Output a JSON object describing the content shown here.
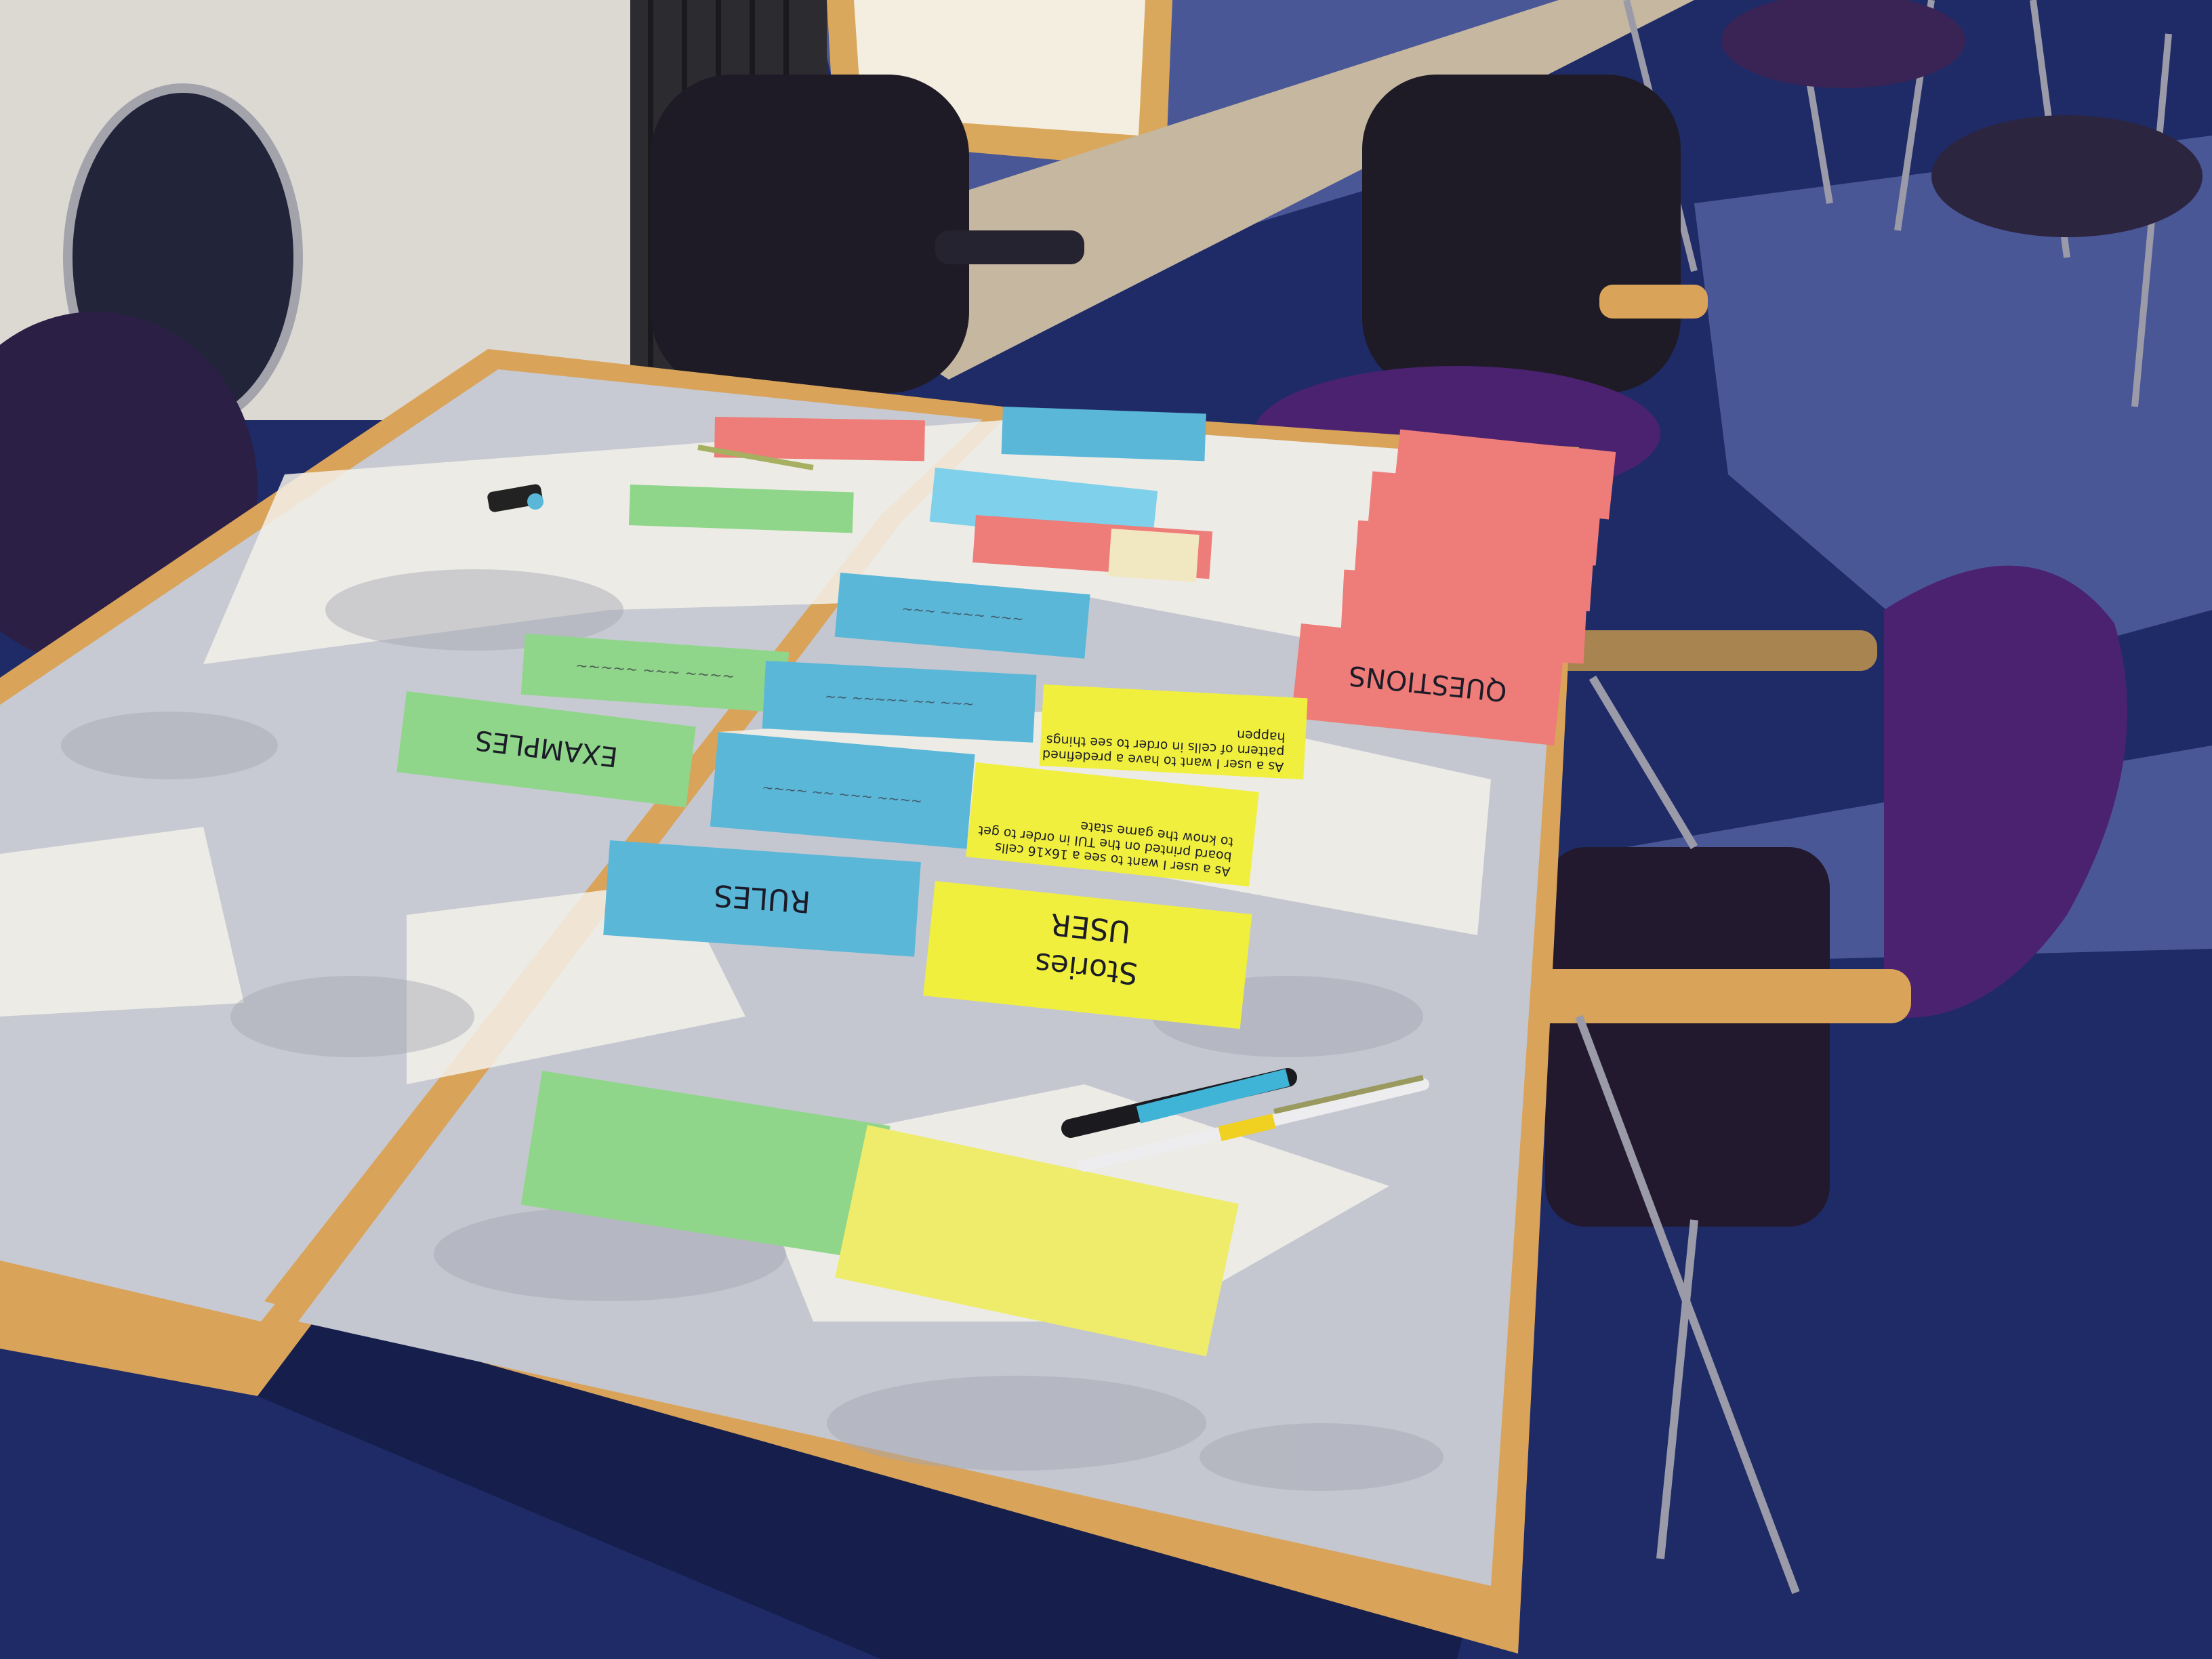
{
  "photo": {
    "subject": "example mapping workshop table",
    "colors": {
      "carpet": "#1f2b66",
      "wall": "#dcd8d2",
      "table_top": "#c9ccd3",
      "table_edge": "#d9a35a",
      "chair_seat": "#2a1a3a",
      "chair_purple": "#4a2270",
      "card_yellow": "#ecec6a",
      "card_blue": "#5ab7d8",
      "card_green": "#8fd68a",
      "card_red": "#ee7c78",
      "sunlight": "#f6f3ea"
    }
  },
  "cards": {
    "questions": "QUESTIONS",
    "examples": "EXAMPLES",
    "rules": "RULES",
    "user_stories_line1": "USER",
    "user_stories_line2": "Stories",
    "story_card_1": "As a user I want to see a 16x16 cells board printed on the TUI in order to get to know the game state",
    "story_card_2": "As a user I want to have a predefined pattern of cells in order to see things happen"
  },
  "icons": {
    "pens": "pen-icon",
    "usb": "usb-stick-icon"
  }
}
